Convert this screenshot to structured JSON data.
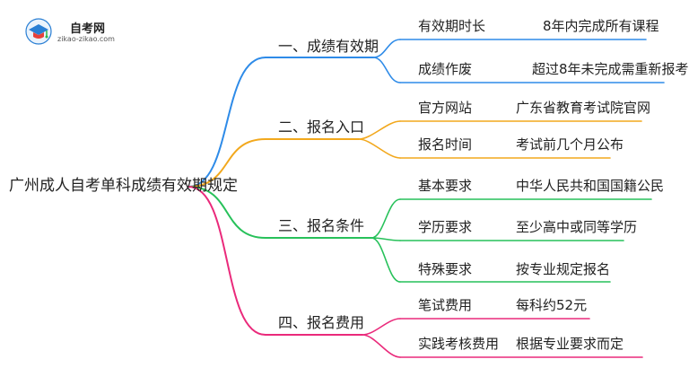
{
  "logo": {
    "title": "自考网",
    "subtitle": "zikao-zikao.com",
    "icon": "graduation-cap-icon",
    "colors": {
      "blue": "#2a7fd4",
      "red": "#e8413a",
      "green": "#2db84a"
    }
  },
  "mindmap": {
    "root": "广州成人自考单科成绩有效期规定",
    "branches": [
      {
        "label": "一、成绩有效期",
        "color": "#2e8be8",
        "items": [
          {
            "key": "有效期时长",
            "value": "8年内完成所有课程"
          },
          {
            "key": "成绩作废",
            "value": "超过8年未完成需重新报考"
          }
        ]
      },
      {
        "label": "二、报名入口",
        "color": "#f2a81d",
        "items": [
          {
            "key": "官方网站",
            "value": "广东省教育考试院官网"
          },
          {
            "key": "报名时间",
            "value": "考试前几个月公布"
          }
        ]
      },
      {
        "label": "三、报名条件",
        "color": "#27c15a",
        "items": [
          {
            "key": "基本要求",
            "value": "中华人民共和国国籍公民"
          },
          {
            "key": "学历要求",
            "value": "至少高中或同等学历"
          },
          {
            "key": "特殊要求",
            "value": "按专业规定报名"
          }
        ]
      },
      {
        "label": "四、报名费用",
        "color": "#ea2a7b",
        "items": [
          {
            "key": "笔试费用",
            "value": "每科约52元"
          },
          {
            "key": "实践考核费用",
            "value": "根据专业要求而定"
          }
        ]
      }
    ]
  }
}
